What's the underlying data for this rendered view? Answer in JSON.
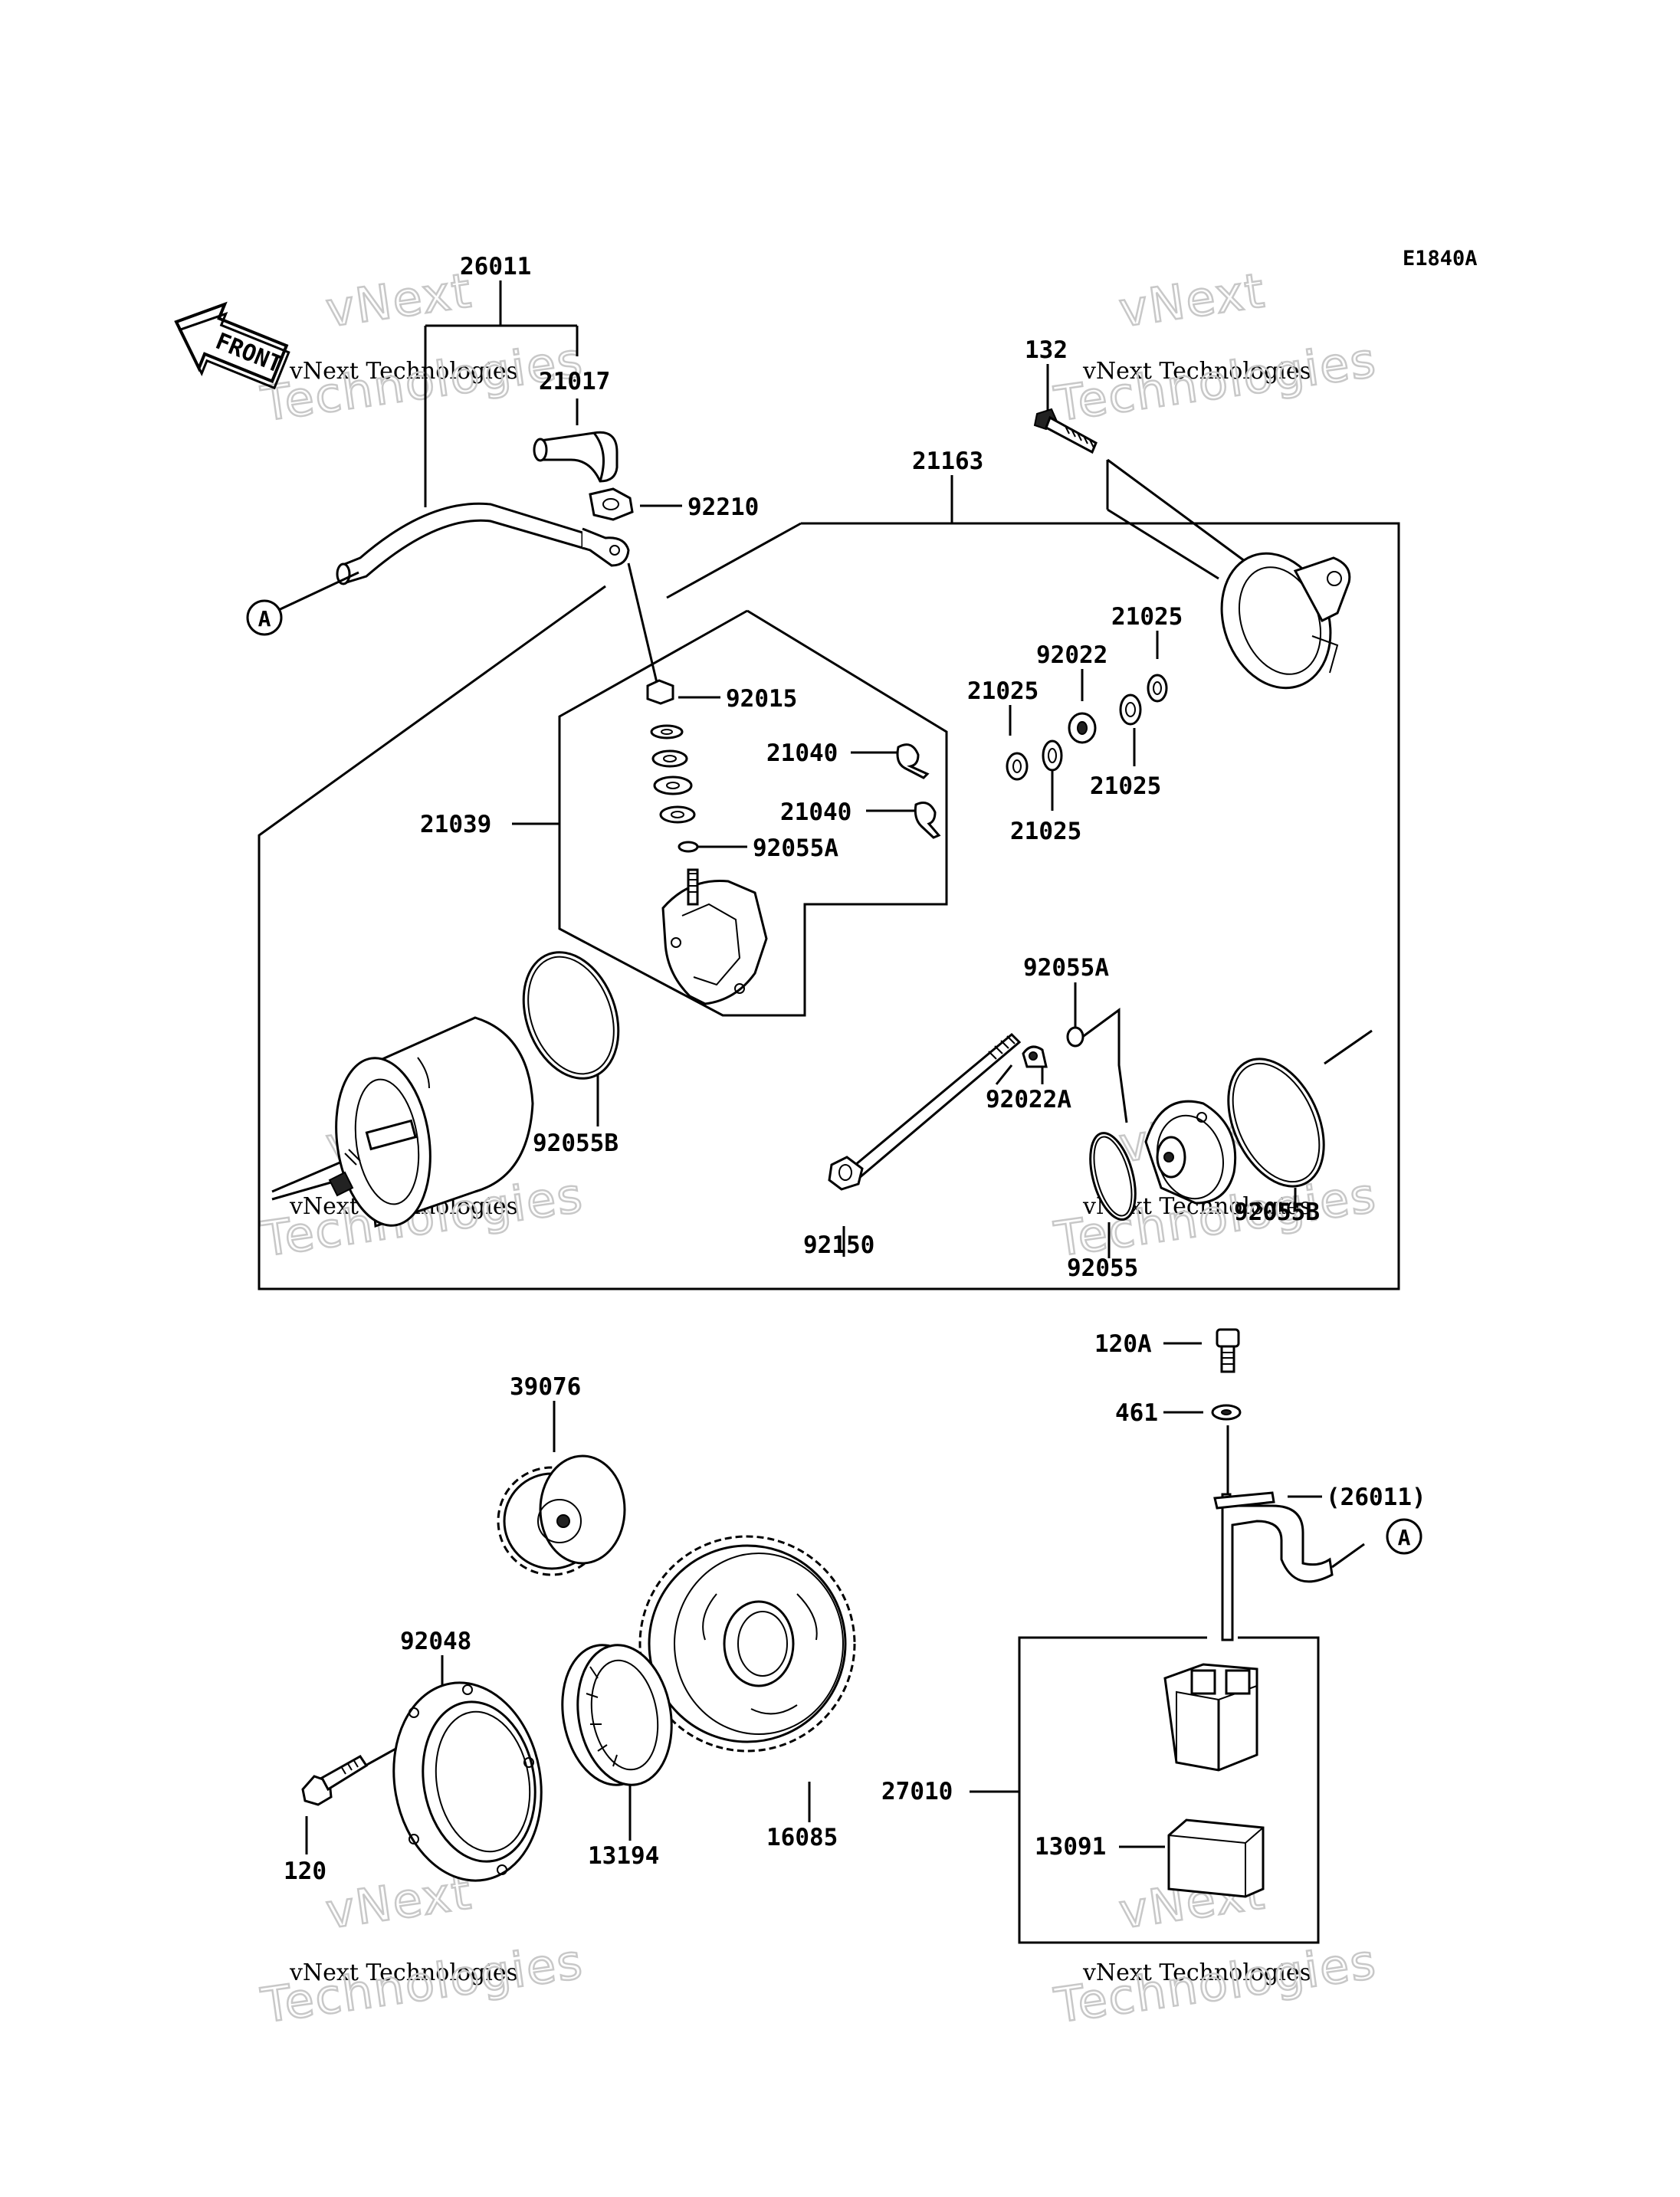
{
  "diagram": {
    "code": "E1840A",
    "front_label": "FRONT",
    "ref_marker": "A",
    "watermark": {
      "line1": "vNext",
      "line2": "vNext Technologies",
      "line3": "Technologies"
    },
    "parts": [
      {
        "id": "26011"
      },
      {
        "id": "21017"
      },
      {
        "id": "92210"
      },
      {
        "id": "21163"
      },
      {
        "id": "132"
      },
      {
        "id": "21025"
      },
      {
        "id": "92022"
      },
      {
        "id": "21025"
      },
      {
        "id": "21025"
      },
      {
        "id": "21025"
      },
      {
        "id": "92015"
      },
      {
        "id": "21040"
      },
      {
        "id": "21040"
      },
      {
        "id": "92055A"
      },
      {
        "id": "21039"
      },
      {
        "id": "92055A"
      },
      {
        "id": "92022A"
      },
      {
        "id": "92150"
      },
      {
        "id": "92055"
      },
      {
        "id": "92055B"
      },
      {
        "id": "92055B"
      },
      {
        "id": "120A"
      },
      {
        "id": "461"
      },
      {
        "id": "(26011)"
      },
      {
        "id": "39076"
      },
      {
        "id": "92048"
      },
      {
        "id": "120"
      },
      {
        "id": "13194"
      },
      {
        "id": "16085"
      },
      {
        "id": "27010"
      },
      {
        "id": "13091"
      }
    ]
  }
}
